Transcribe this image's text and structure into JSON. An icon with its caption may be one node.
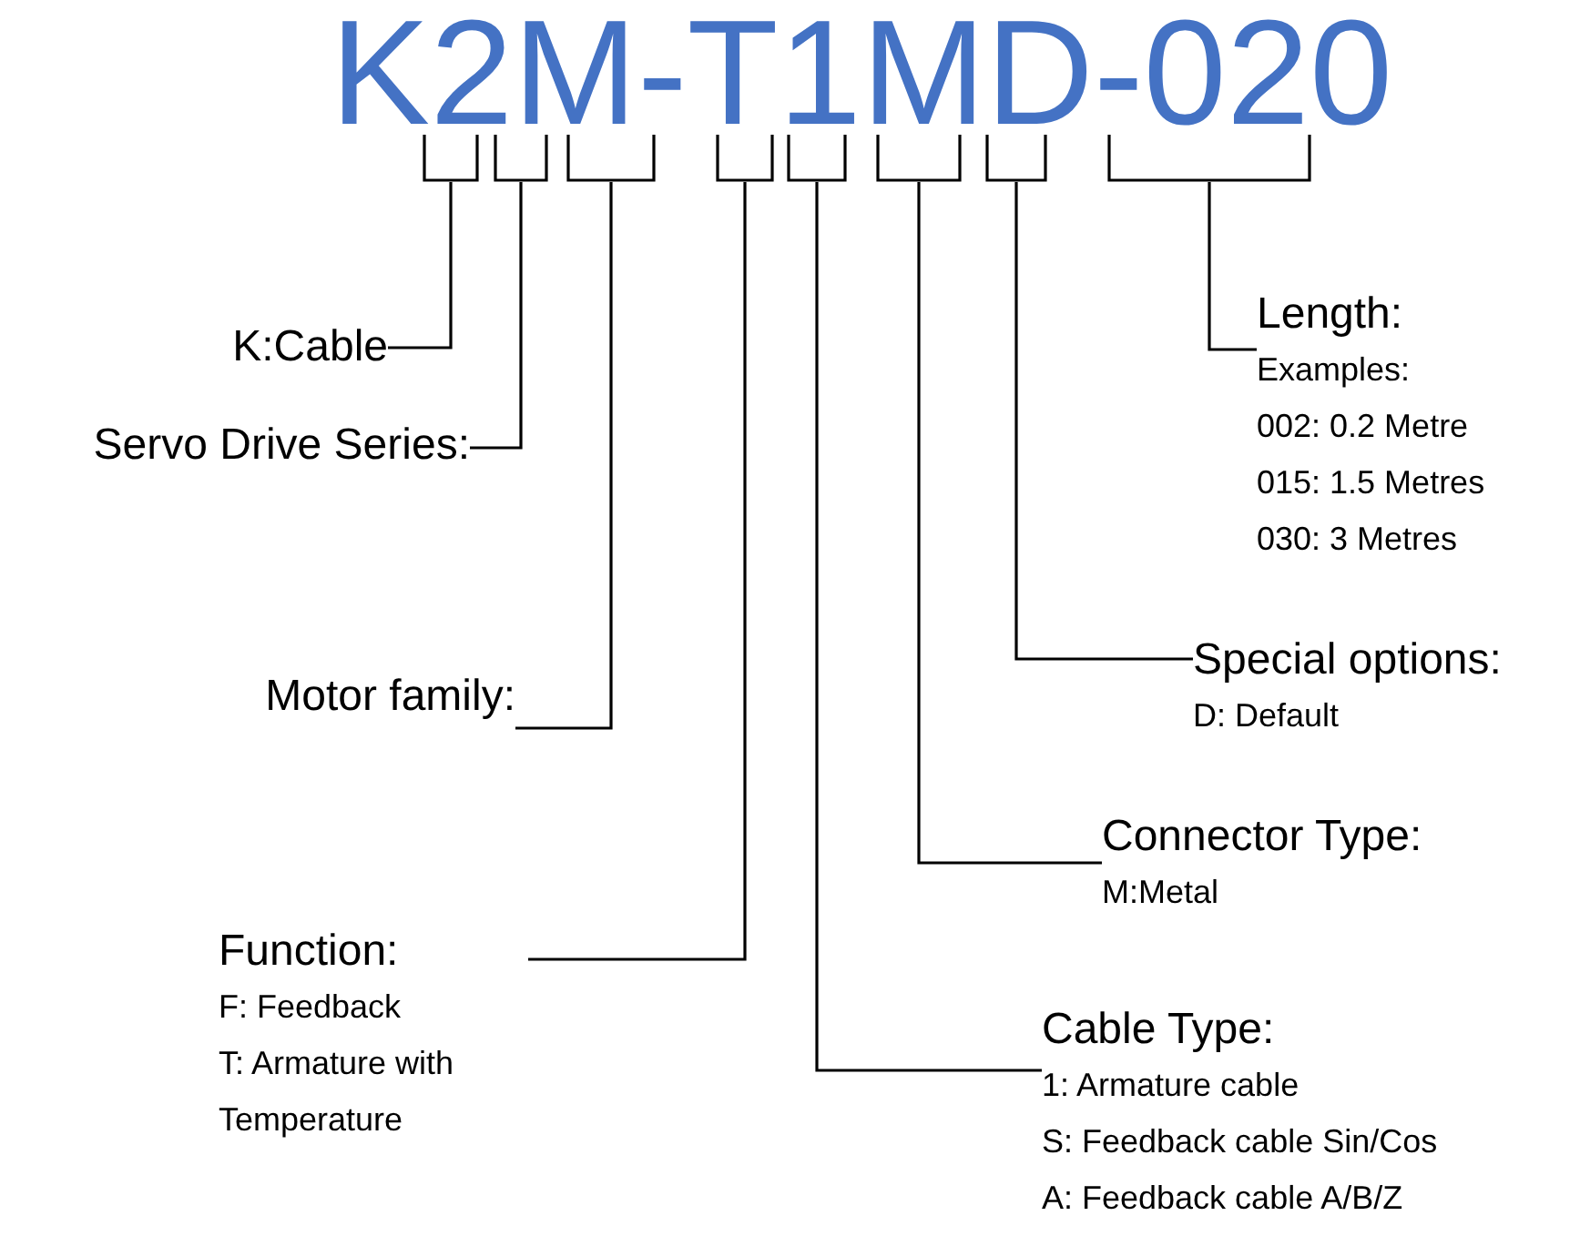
{
  "diagram": {
    "title": "K2M-T1MD-020",
    "nodes": [
      {
        "text": [
          "K:Cable"
        ]
      },
      {
        "text": [
          "Servo Drive Series:"
        ]
      },
      {
        "text": [
          "Motor family:"
        ]
      },
      {
        "text": [
          "Function:",
          "F: Feedback",
          "T: Armature with Temperature"
        ]
      },
      {
        "text": [
          "Cable Type:",
          "1: Armature cable",
          "S: Feedback cable Sin/Cos",
          "A: Feedback cable A/B/Z"
        ]
      },
      {
        "text": [
          "Connector Type:",
          "M:Metal"
        ]
      },
      {
        "text": [
          "Special options:",
          "D: Default"
        ]
      },
      {
        "text": [
          "Length:",
          "Examples:",
          "002: 0.2 Metre",
          "015: 1.5 Metres",
          "030: 3 Metres"
        ]
      },
      {
        "text": [],
        "shape": "bracket"
      },
      {
        "text": [],
        "shape": "bracket"
      },
      {
        "text": [],
        "shape": "bracket"
      },
      {
        "text": [],
        "shape": "bracket"
      },
      {
        "text": [],
        "shape": "bracket"
      },
      {
        "text": [],
        "shape": "bracket"
      },
      {
        "text": [],
        "shape": "bracket"
      },
      {
        "text": [],
        "shape": "bracket"
      }
    ],
    "edges": [
      {
        "from": 0,
        "to": 8,
        "arrow": "none"
      },
      {
        "from": 1,
        "to": 9,
        "arrow": "none"
      },
      {
        "from": 2,
        "to": 10,
        "arrow": "none"
      },
      {
        "from": 3,
        "to": 11,
        "arrow": "none"
      },
      {
        "from": 4,
        "to": 12,
        "arrow": "none"
      },
      {
        "from": 5,
        "to": 13,
        "arrow": "none"
      },
      {
        "from": 6,
        "to": 14,
        "arrow": "none"
      },
      {
        "from": 7,
        "to": 15,
        "arrow": "none"
      }
    ]
  }
}
